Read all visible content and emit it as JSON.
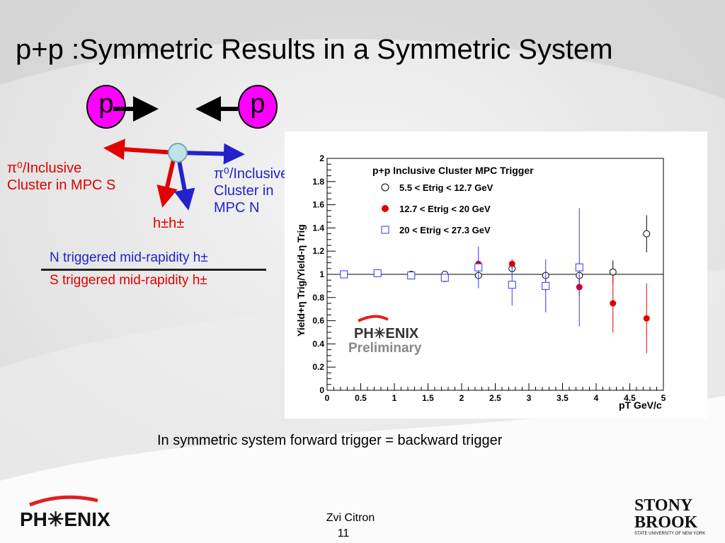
{
  "slide": {
    "title": "p+p :Symmetric Results in a Symmetric System",
    "caption": "In symmetric system forward trigger = backward trigger",
    "author": "Zvi Citron",
    "page": "11"
  },
  "diagram": {
    "proton_left": "p",
    "proton_right": "p",
    "south_label_line1": "π⁰/Inclusive",
    "south_label_line2": "Cluster in MPC S",
    "north_label_line1": "π⁰/Inclusive",
    "north_label_line2": "Cluster in",
    "north_label_line3": "MPC N",
    "hadron_label": "h±h±",
    "colors": {
      "red": "#e00000",
      "blue": "#2222cc",
      "proton": "#ff00ff"
    }
  },
  "ratio": {
    "numerator": "N triggered mid-rapidity h±",
    "denominator": "S triggered mid-rapidity h±"
  },
  "logos": {
    "phenix_plot": "PH✳ENIX",
    "preliminary": "Preliminary",
    "phenix_footer": "PH✳ENIX",
    "stony_line1": "STONY",
    "stony_line2": "BROOK",
    "stony_sub": "STATE UNIVERSITY OF NEW YORK"
  },
  "chart_data": {
    "type": "scatter",
    "title": "p+p Inclusive Cluster MPC Trigger",
    "xlabel": "pT GeV/c",
    "ylabel": "Yield+η Trig/Yield-η Trig",
    "xlim": [
      0,
      5
    ],
    "ylim": [
      0,
      2
    ],
    "xticks": [
      "0",
      "0.5",
      "1",
      "1.5",
      "2",
      "2.5",
      "3",
      "3.5",
      "4",
      "4.5",
      "5"
    ],
    "yticks": [
      "0",
      "0.2",
      "0.4",
      "0.6",
      "0.8",
      "1",
      "1.2",
      "1.4",
      "1.6",
      "1.8",
      "2"
    ],
    "reference_line": 1,
    "series": [
      {
        "name": "5.5 < Etrig < 12.7 GeV",
        "marker": "open-circle",
        "color": "#000000",
        "x": [
          0.25,
          0.75,
          1.25,
          1.75,
          2.25,
          2.75,
          3.25,
          3.75,
          4.25,
          4.75
        ],
        "y": [
          1.0,
          1.01,
          1.0,
          1.0,
          0.99,
          1.05,
          0.99,
          0.99,
          1.02,
          1.35
        ],
        "err": [
          0.01,
          0.01,
          0.01,
          0.02,
          0.02,
          0.03,
          0.04,
          0.06,
          0.1,
          0.16
        ]
      },
      {
        "name": "12.7 < Etrig < 20 GeV",
        "marker": "filled-circle",
        "color": "#e00000",
        "x": [
          0.25,
          0.75,
          1.25,
          1.75,
          2.25,
          2.75,
          3.25,
          3.75,
          4.25,
          4.75
        ],
        "y": [
          1.0,
          1.01,
          1.0,
          0.96,
          1.09,
          1.09,
          0.9,
          0.89,
          0.75,
          0.62
        ],
        "err": [
          0.01,
          0.01,
          0.02,
          0.02,
          0.03,
          0.04,
          0.05,
          0.07,
          0.25,
          0.3
        ]
      },
      {
        "name": "20 < Etrig < 27.3 GeV",
        "marker": "open-square",
        "color": "#3333ff",
        "x": [
          0.25,
          0.75,
          1.25,
          1.75,
          2.25,
          2.75,
          3.25,
          3.75
        ],
        "y": [
          1.0,
          1.01,
          0.99,
          0.97,
          1.06,
          0.91,
          0.9,
          1.06
        ],
        "err": [
          0.01,
          0.02,
          0.02,
          0.03,
          0.18,
          0.18,
          0.23,
          0.51
        ]
      }
    ]
  }
}
